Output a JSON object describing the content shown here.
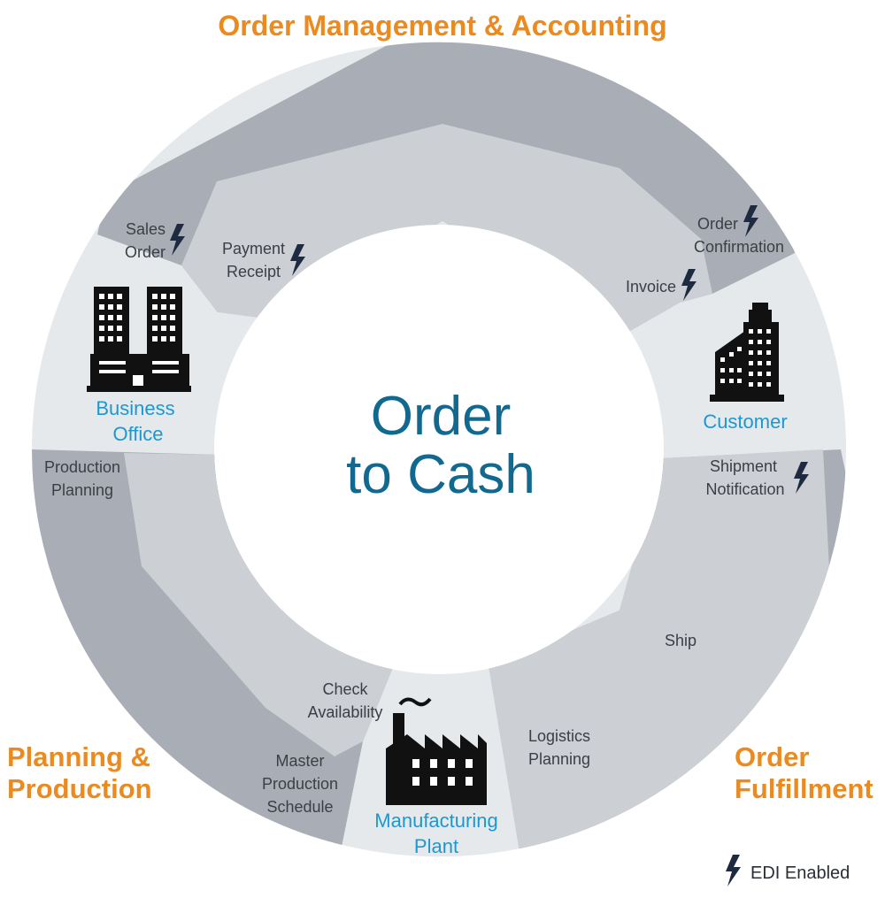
{
  "center": {
    "line1": "Order",
    "line2": "to Cash"
  },
  "phases": {
    "order_management": "Order Management & Accounting",
    "planning_line1": "Planning &",
    "planning_line2": "Production",
    "fulfillment_line1": "Order",
    "fulfillment_line2": "Fulfillment"
  },
  "steps": {
    "sales_order": [
      "Sales",
      "Order"
    ],
    "payment_receipt": [
      "Payment",
      "Receipt"
    ],
    "order_confirmation": [
      "Order",
      "Confirmation"
    ],
    "invoice": [
      "Invoice"
    ],
    "shipment_notification": [
      "Shipment",
      "Notification"
    ],
    "ship": [
      "Ship"
    ],
    "logistics_planning": [
      "Logistics",
      "Planning"
    ],
    "check_availability": [
      "Check",
      "Availability"
    ],
    "master_production_schedule": [
      "Master",
      "Production",
      "Schedule"
    ],
    "production_planning": [
      "Production",
      "Planning"
    ]
  },
  "sites": {
    "business_office": [
      "Business",
      "Office"
    ],
    "customer": [
      "Customer"
    ],
    "manufacturing_plant": [
      "Manufacturing",
      "Plant"
    ]
  },
  "legend": {
    "label": "EDI Enabled",
    "icon": "lightning-bolt-icon"
  },
  "colors": {
    "outer_ring": "#A9AEB6",
    "inner_ring": "#CCCFD4",
    "site_gap": "#E6E9EB",
    "phase_text": "#EA8A1F",
    "site_text": "#1C98D1",
    "center_text": "#11698F",
    "bolt": "#1E2A3F"
  }
}
